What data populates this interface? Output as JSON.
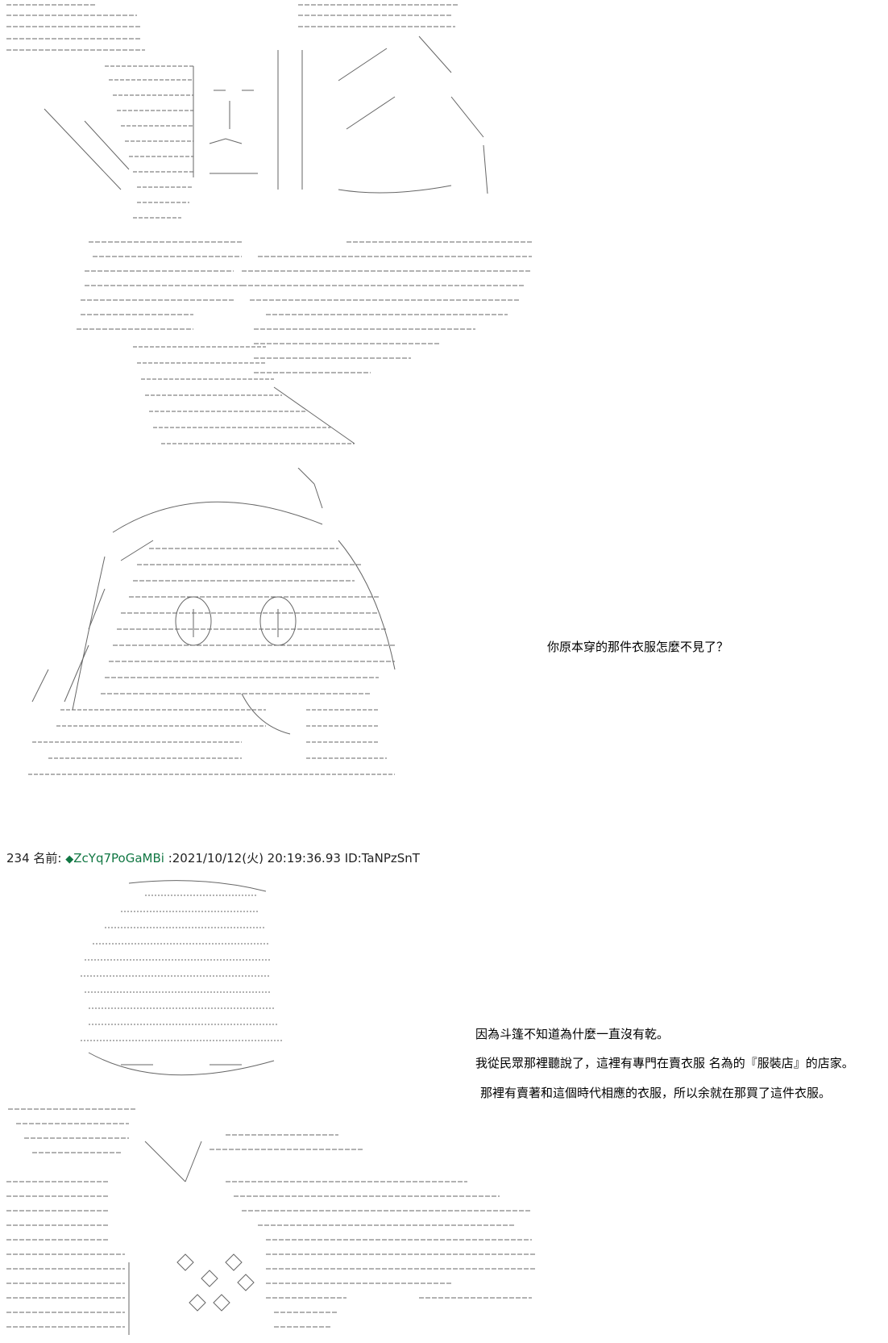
{
  "dialogue": {
    "line1": "你原本穿的那件衣服怎麼不見了？",
    "line2": "因為斗篷不知道為什麼一直沒有乾。",
    "line3": "我從民眾那裡聽說了，這裡有專門在賣衣服 名為的『服裝店』的店家。",
    "line4": "那裡有賣著和這個時代相應的衣服，所以余就在那買了這件衣服。"
  },
  "post": {
    "number": "234",
    "name_label": "名前:",
    "diamond": "◆",
    "trip": "ZcYq7PoGaMBi",
    "datetime": ":2021/10/12(火) 20:19:36.93",
    "id": "ID:TaNPzSnT"
  },
  "colors": {
    "trip": "#117743",
    "art_line": "#444444"
  }
}
